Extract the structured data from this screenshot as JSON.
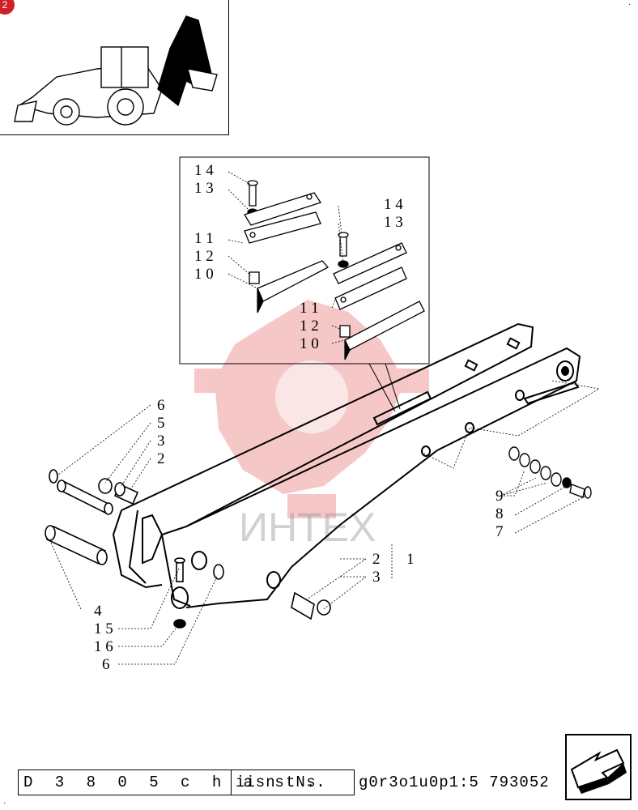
{
  "page": {
    "badge": "2"
  },
  "callouts": {
    "c1": "1",
    "c2a": "2",
    "c2b": "2",
    "c3a": "3",
    "c3b": "3",
    "c4": "4",
    "c5": "5",
    "c6a": "6",
    "c6b": "6",
    "c7": "7",
    "c8": "8",
    "c9": "9",
    "c10a": "1 0",
    "c10b": "1 0",
    "c11a": "1 1",
    "c11b": "1 1",
    "c12a": "1 2",
    "c12b": "1 2",
    "c13a": "1 3",
    "c13b": "1 3",
    "c14a": "1 4",
    "c14b": "1 4",
    "c15": "1 5",
    "c16": "1 6"
  },
  "watermark": {
    "text": "ИНТЕХ",
    "color": "#e23b3b"
  },
  "footer": {
    "code": "D 3 8 0 5  c h a s s",
    "ref": "iisn tN..",
    "number": "g0r3o1u0p1:5 793052"
  },
  "navigation": {
    "next_icon": "arrow-next-icon"
  }
}
